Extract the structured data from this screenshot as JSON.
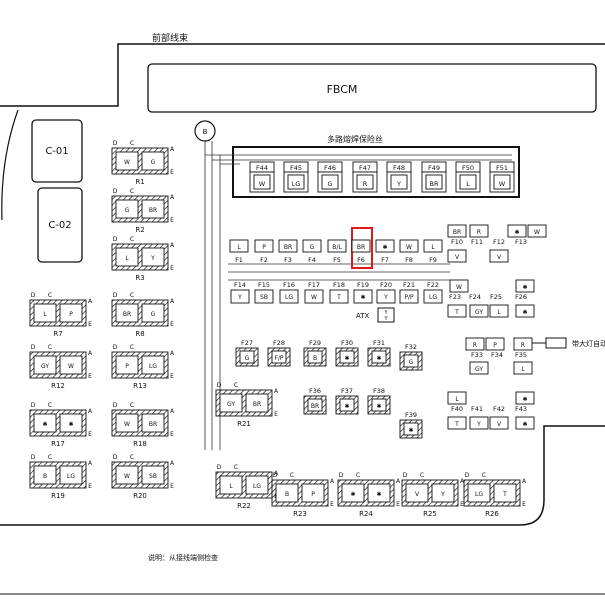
{
  "header": {
    "harness_label": "前部线束",
    "fbcm_label": "FBCM",
    "multi_fuse_label": "多路熔焊保险丝"
  },
  "connectors": {
    "c01": "C-01",
    "c02": "C-02"
  },
  "footer_note": "说明：从接线端侧检查",
  "atx_label": "ATX",
  "pin_letters": {
    "a": "A",
    "b": "B",
    "d": "D",
    "e": "E",
    "c": "C",
    "p": "P"
  },
  "far_right_label": "带大灯自动",
  "top_fuses": [
    {
      "label": "F44",
      "wire": "W"
    },
    {
      "label": "F45",
      "wire": "LG"
    },
    {
      "label": "F46",
      "wire": "G"
    },
    {
      "label": "F47",
      "wire": "R"
    },
    {
      "label": "F48",
      "wire": "Y"
    },
    {
      "label": "F49",
      "wire": "BR"
    },
    {
      "label": "F50",
      "wire": "L"
    },
    {
      "label": "F51",
      "wire": "W"
    }
  ],
  "row1_fuses": [
    {
      "label": "F1",
      "wire": "L"
    },
    {
      "label": "F2",
      "wire": "P"
    },
    {
      "label": "F3",
      "wire": "BR"
    },
    {
      "label": "F4",
      "wire": "G"
    },
    {
      "label": "F5",
      "wire": "B/L"
    },
    {
      "label": "F6",
      "wire": "BR"
    },
    {
      "label": "F7",
      "wire": "✱"
    },
    {
      "label": "F8",
      "wire": "W"
    },
    {
      "label": "F9",
      "wire": "L"
    }
  ],
  "row2_fuses": [
    {
      "label": "F14",
      "wire": "Y"
    },
    {
      "label": "F15",
      "wire": "SB"
    },
    {
      "label": "F16",
      "wire": "LG"
    },
    {
      "label": "F17",
      "wire": "W"
    },
    {
      "label": "F18",
      "wire": "T"
    },
    {
      "label": "F19",
      "wire": "✱"
    },
    {
      "label": "F20",
      "wire": "Y"
    },
    {
      "label": "F21",
      "wire": "P/P"
    },
    {
      "label": "F22",
      "wire": "LG"
    }
  ],
  "right_fuses": {
    "f10": "F10",
    "f11": "F11",
    "f12": "F12",
    "f13": "F13",
    "f23": "F23",
    "f24": "F24",
    "f25": "F25",
    "f26": "F26",
    "f33": "F33",
    "f34": "F34",
    "f35": "F35",
    "f40": "F40",
    "f41": "F41",
    "f42": "F42",
    "f43": "F43",
    "w_br": "BR",
    "w_r": "R",
    "w_x": "✱",
    "w_w": "W",
    "w_v": "V",
    "w_t": "T",
    "w_gy": "GY",
    "w_l": "L",
    "w_p": "P",
    "w_y": "Y"
  },
  "mid_fuses": [
    {
      "label": "F27",
      "wire": "G"
    },
    {
      "label": "F28",
      "wire": "F/P"
    },
    {
      "label": "F29",
      "wire": "B"
    },
    {
      "label": "F30",
      "wire": "✱"
    },
    {
      "label": "F31",
      "wire": "✱"
    },
    {
      "label": "F32",
      "wire": "G"
    },
    {
      "label": "F36",
      "wire": "BR"
    },
    {
      "label": "F37",
      "wire": "✱"
    },
    {
      "label": "F38",
      "wire": "✱"
    },
    {
      "label": "F39",
      "wire": "✱"
    }
  ],
  "relays": [
    {
      "label": "R1",
      "tl": "W",
      "tr": "G"
    },
    {
      "label": "R2",
      "tl": "G",
      "tr": "BR"
    },
    {
      "label": "R3",
      "tl": "L",
      "tr": "Y"
    },
    {
      "label": "R7",
      "tl": "L",
      "tr": "P"
    },
    {
      "label": "R8",
      "tl": "BR",
      "tr": "G"
    },
    {
      "label": "R12",
      "tl": "GY",
      "tr": "W"
    },
    {
      "label": "R13",
      "tl": "P",
      "tr": "LG"
    },
    {
      "label": "R17",
      "tl": "✱",
      "tr": "✱"
    },
    {
      "label": "R18",
      "tl": "W",
      "tr": "BR"
    },
    {
      "label": "R19",
      "tl": "B",
      "tr": "LG"
    },
    {
      "label": "R20",
      "tl": "W",
      "tr": "SB"
    },
    {
      "label": "R21",
      "tl": "GY",
      "tr": "BR"
    },
    {
      "label": "R22",
      "tl": "L",
      "tr": "LG"
    },
    {
      "label": "R23",
      "tl": "B",
      "tr": "P"
    },
    {
      "label": "R24",
      "tl": "✱",
      "tr": "✱"
    },
    {
      "label": "R25",
      "tl": "V",
      "tr": "Y"
    },
    {
      "label": "R26",
      "tl": "LG",
      "tr": "T"
    }
  ]
}
